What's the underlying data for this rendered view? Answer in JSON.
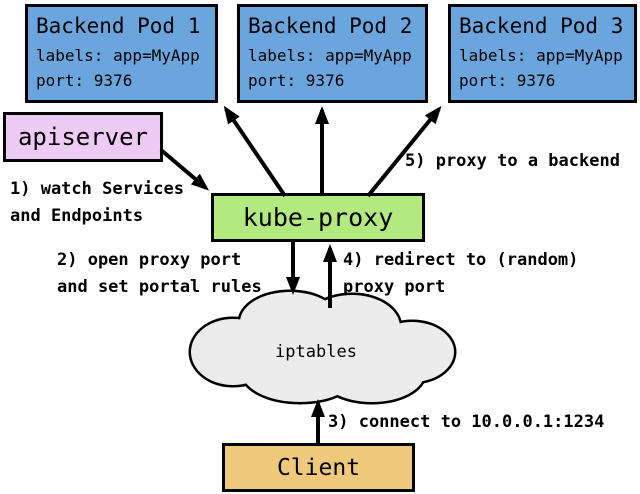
{
  "pods": [
    {
      "title": "Backend Pod 1",
      "labels_line": "labels: app=MyApp",
      "port_line": "port: 9376"
    },
    {
      "title": "Backend Pod 2",
      "labels_line": "labels: app=MyApp",
      "port_line": "port: 9376"
    },
    {
      "title": "Backend Pod 3",
      "labels_line": "labels: app=MyApp",
      "port_line": "port: 9376"
    }
  ],
  "nodes": {
    "apiserver": {
      "label": "apiserver"
    },
    "kube_proxy": {
      "label": "kube-proxy"
    },
    "iptables": {
      "label": "iptables"
    },
    "client": {
      "label": "Client"
    }
  },
  "annotations": {
    "step1": {
      "line1": "1) watch Services",
      "line2": "and Endpoints"
    },
    "step2": {
      "line1": "2) open proxy port",
      "line2": "and set portal rules"
    },
    "step3": {
      "line1": "3) connect to 10.0.0.1:1234"
    },
    "step4": {
      "line1": "4) redirect to (random)",
      "line2": "proxy port"
    },
    "step5": {
      "line1": "5) proxy to a backend"
    }
  },
  "colors": {
    "pod_fill": "#6BA5DD",
    "apiserver_fill": "#EECBF4",
    "kube_proxy_fill": "#B2EA80",
    "client_fill": "#EEC97C",
    "cloud_fill": "#ECECEC",
    "outline": "#000000",
    "background": "#FFFFFF"
  }
}
